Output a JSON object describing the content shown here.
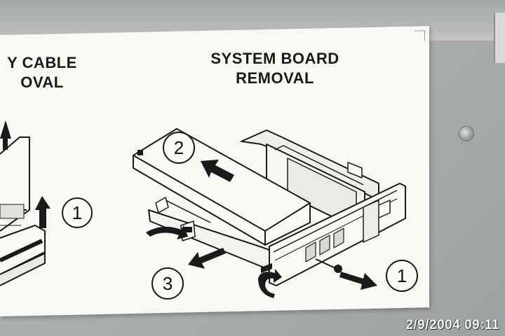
{
  "left_heading": {
    "line1": "Y CABLE",
    "line2": "OVAL"
  },
  "right_heading": {
    "line1": "SYSTEM BOARD",
    "line2": "REMOVAL"
  },
  "left_steps": [
    {
      "number": "1"
    }
  ],
  "right_steps": [
    {
      "number": "2"
    },
    {
      "number": "3"
    },
    {
      "number": "1"
    }
  ],
  "timestamp": "2/9/2004 09:11",
  "icons": [
    "arrow-up-icon",
    "arrow-left-icon",
    "arrow-right-icon",
    "curved-arrow-icon",
    "screw-icon"
  ],
  "colors": {
    "label": "#f7f7f3",
    "ink": "#1a1a1a",
    "chassis": "#a9adad"
  }
}
